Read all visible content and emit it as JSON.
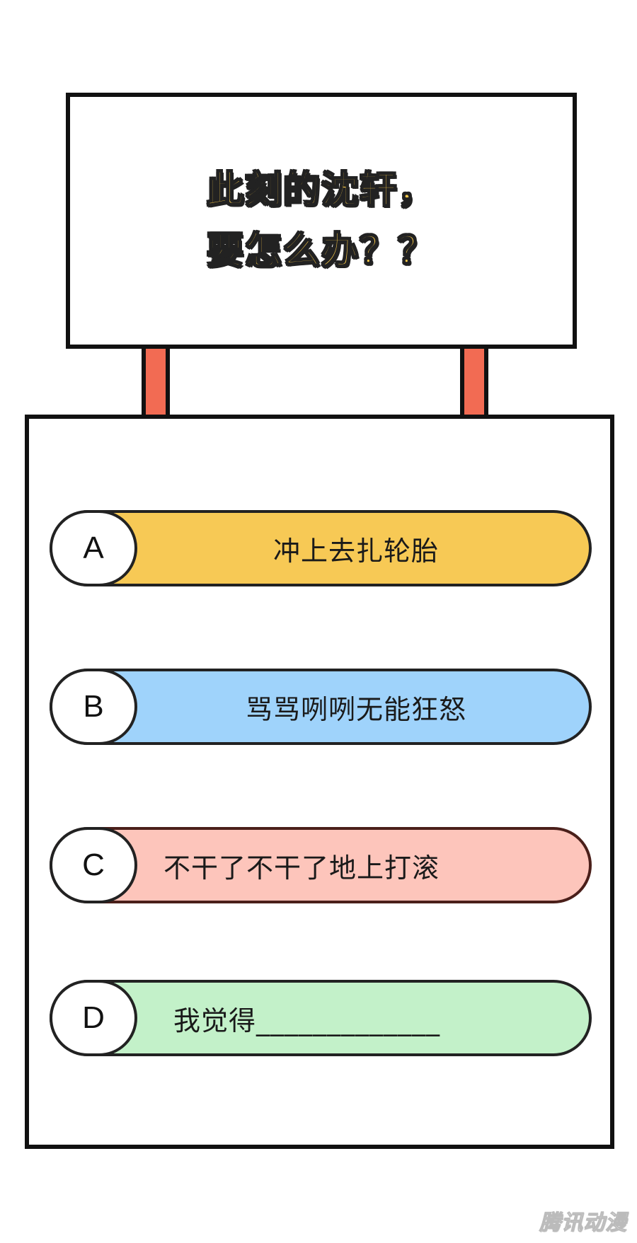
{
  "question": {
    "line1": "此刻的沈轩，",
    "line2": "要怎么办？？"
  },
  "options": [
    {
      "letter": "A",
      "text": "冲上去扎轮胎",
      "color": "#f7c955"
    },
    {
      "letter": "B",
      "text": "骂骂咧咧无能狂怒",
      "color": "#9fd3fb"
    },
    {
      "letter": "C",
      "text": "不干了不干了地上打滚",
      "color": "#fdc5bb"
    },
    {
      "letter": "D",
      "text": "我觉得_____________",
      "color": "#c3f1c9"
    }
  ],
  "watermark": "腾讯动漫",
  "colors": {
    "post": "#f26b53",
    "title": "#f7c84a",
    "outline": "#111111"
  }
}
